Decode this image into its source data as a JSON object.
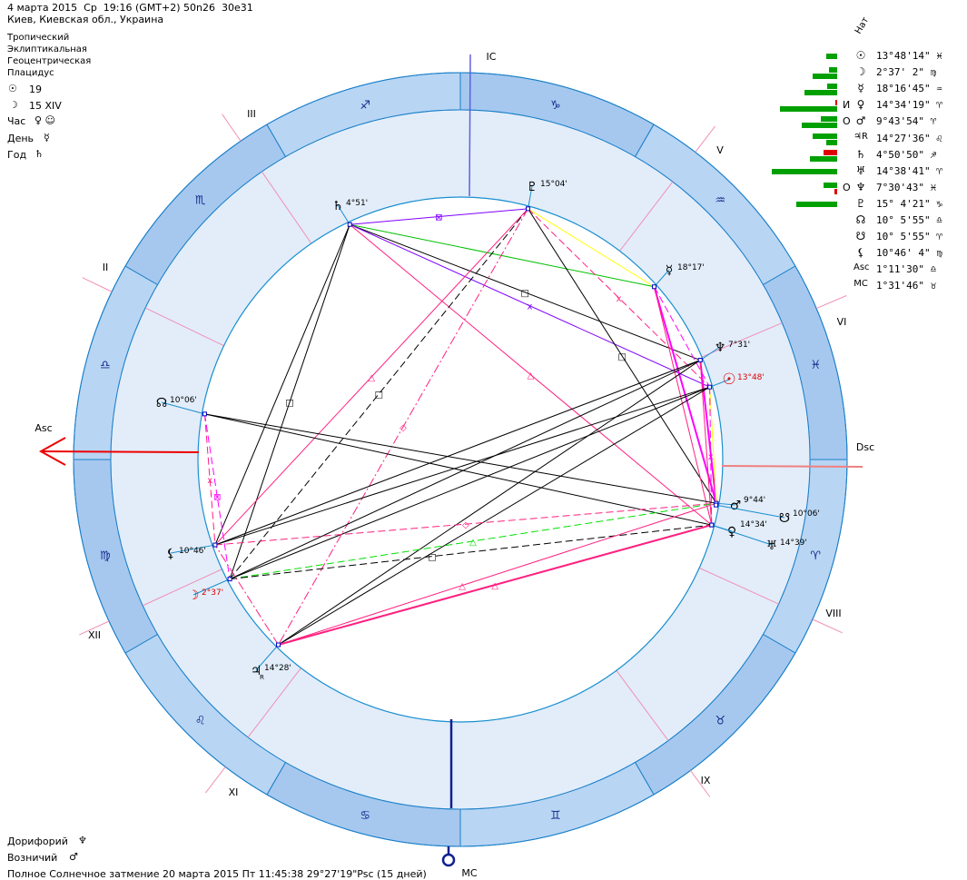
{
  "header": {
    "line1": "4 марта 2015  Ср  19:16 (GMT+2) 50n26  30e31",
    "line2": "Киев, Киевская обл., Украина"
  },
  "settings": [
    "Тропический",
    "Эклиптикальная",
    "Геоцентрическая",
    "Плацидус"
  ],
  "info": {
    "sun_glyph": "☉",
    "sun_day": "19",
    "moon_glyph": "☽",
    "moon_day": "15 XIV",
    "hour_label": "Час",
    "hour_rulers": "♀ ☺",
    "day_label": "День",
    "day_ruler": "☿",
    "year_label": "Год",
    "year_ruler": "♄"
  },
  "table": {
    "header": "Нат",
    "rows": [
      {
        "glyph": "☉",
        "pos": "13°48'14\" ♓",
        "mark": "",
        "bars": [
          {
            "color": "#00a000",
            "score": 12
          }
        ]
      },
      {
        "glyph": "☽",
        "pos": " 2°37' 2\" ♍",
        "mark": "",
        "bars": [
          {
            "color": "#00a000",
            "score": 9
          },
          {
            "color": "#00a000",
            "score": 27
          }
        ]
      },
      {
        "glyph": "☿",
        "pos": "18°16'45\" ♒",
        "mark": "",
        "bars": [
          {
            "color": "#00a000",
            "score": 11
          },
          {
            "color": "#00a000",
            "score": 36
          }
        ]
      },
      {
        "glyph": "♀",
        "pos": "14°34'19\" ♈",
        "mark": "И",
        "bars": [
          {
            "color": "#e00000",
            "score": 2
          },
          {
            "color": "#00a000",
            "score": 63
          }
        ]
      },
      {
        "glyph": "♂",
        "pos": " 9°43'54\" ♈",
        "mark": "О",
        "bars": [
          {
            "color": "#00a000",
            "score": 18
          },
          {
            "color": "#00a000",
            "score": 39
          }
        ]
      },
      {
        "glyph": "♃R",
        "pos": "14°27'36\" ♌",
        "mark": "",
        "bars": [
          {
            "color": "#00a000",
            "score": 27
          },
          {
            "color": "#00a000",
            "score": 12
          }
        ]
      },
      {
        "glyph": "♄",
        "pos": " 4°50'50\" ♐",
        "mark": "",
        "bars": [
          {
            "color": "#e00000",
            "score": 15
          },
          {
            "color": "#00a000",
            "score": 30
          }
        ]
      },
      {
        "glyph": "♅",
        "pos": "14°38'41\" ♈",
        "mark": "",
        "bars": [
          {
            "color": "#00a000",
            "score": 72
          }
        ]
      },
      {
        "glyph": "♆",
        "pos": " 7°30'43\" ♓",
        "mark": "О",
        "bars": [
          {
            "color": "#00a000",
            "score": 15
          },
          {
            "color": "#e00000",
            "score": 3
          }
        ]
      },
      {
        "glyph": "♇",
        "pos": "15° 4'21\" ♑",
        "mark": "",
        "bars": [
          {
            "color": "#00a000",
            "score": 45
          }
        ]
      },
      {
        "glyph": "☊",
        "pos": "10° 5'55\" ♎",
        "mark": "",
        "bars": []
      },
      {
        "glyph": "☋",
        "pos": "10° 5'55\" ♈",
        "mark": "",
        "bars": []
      },
      {
        "glyph": "⚸",
        "pos": "10°46' 4\" ♍",
        "mark": "",
        "bars": []
      },
      {
        "glyph": "Asc",
        "pos": " 1°11'30\" ♎",
        "mark": "",
        "bars": []
      },
      {
        "glyph": "MC",
        "pos": " 1°31'46\" ♉",
        "mark": "",
        "bars": []
      }
    ]
  },
  "footer": {
    "star1_label": "Дорифорий",
    "star1_glyph": "♆",
    "star2_label": "Возничий",
    "star2_glyph": "♂",
    "eclipse": "Полное Солнечное затмение 20 марта 2015 Пт 11:45:38 29°27'19\"Psc (15 дней)"
  },
  "chart": {
    "signs": [
      "♈",
      "♉",
      "♊",
      "♋",
      "♌",
      "♍",
      "♎",
      "♏",
      "♐",
      "♑",
      "♒",
      "♓"
    ],
    "axes": {
      "asc": "Asc",
      "dsc": "Dsc",
      "mc": "MC",
      "ic": "IC"
    },
    "houses": [
      "II",
      "III",
      "V",
      "VI",
      "VIII",
      "IX",
      "XI",
      "XII"
    ],
    "planets": [
      {
        "id": "sun",
        "glyph": "☉",
        "lon": 343.8,
        "deg": "13°48'",
        "color": "#e00000"
      },
      {
        "id": "moon",
        "glyph": "☽",
        "lon": 152.6,
        "deg": "2°37'",
        "color": "#e00000"
      },
      {
        "id": "mercury",
        "glyph": "☿",
        "lon": 318.3,
        "deg": "18°17'",
        "color": "#000000"
      },
      {
        "id": "venus",
        "glyph": "♀",
        "lon": 14.6,
        "deg": "14°34'",
        "color": "#000000"
      },
      {
        "id": "mars",
        "glyph": "♂",
        "lon": 9.7,
        "deg": "9°44'",
        "color": "#000000"
      },
      {
        "id": "jupiter",
        "glyph": "♃",
        "lon": 134.5,
        "deg": "14°28'",
        "retro": "R",
        "color": "#000000"
      },
      {
        "id": "saturn",
        "glyph": "♄",
        "lon": 244.8,
        "deg": "4°51'",
        "color": "#000000"
      },
      {
        "id": "uranus",
        "glyph": "♅",
        "lon": 14.6,
        "deg": "14°39'",
        "color": "#000000"
      },
      {
        "id": "neptune",
        "glyph": "♆",
        "lon": 337.5,
        "deg": "7°31'",
        "color": "#000000"
      },
      {
        "id": "pluto",
        "glyph": "♇",
        "lon": 285.1,
        "deg": "15°04'",
        "color": "#000000"
      },
      {
        "id": "node",
        "glyph": "☊",
        "lon": 190.1,
        "deg": "10°06'",
        "color": "#000000"
      },
      {
        "id": "snode",
        "glyph": "☋",
        "lon": 10.1,
        "deg": "10°06'",
        "color": "#000000"
      },
      {
        "id": "lilith",
        "glyph": "⚸",
        "lon": 160.8,
        "deg": "10°46'",
        "color": "#000000"
      }
    ],
    "aspects": [
      {
        "a": "saturn",
        "b": "pluto",
        "color": "#8000ff",
        "style": "solid",
        "mark": "⊠"
      },
      {
        "a": "saturn",
        "b": "mercury",
        "color": "#00c000",
        "style": "solid",
        "mark": ""
      },
      {
        "a": "saturn",
        "b": "neptune",
        "color": "#000000",
        "style": "solid",
        "mark": "□"
      },
      {
        "a": "saturn",
        "b": "sun",
        "color": "#8000ff",
        "style": "solid",
        "mark": "x"
      },
      {
        "a": "saturn",
        "b": "venus",
        "color": "#ff2080",
        "style": "solid",
        "mark": "△"
      },
      {
        "a": "saturn",
        "b": "moon",
        "color": "#000000",
        "style": "solid",
        "mark": "□"
      },
      {
        "a": "saturn",
        "b": "lilith",
        "color": "#000000",
        "style": "solid",
        "mark": ""
      },
      {
        "a": "pluto",
        "b": "mercury",
        "color": "#ffff00",
        "style": "solid",
        "mark": ""
      },
      {
        "a": "pluto",
        "b": "mars",
        "color": "#000000",
        "style": "solid",
        "mark": "□"
      },
      {
        "a": "pluto",
        "b": "moon",
        "color": "#000000",
        "style": "dashed",
        "mark": "□"
      },
      {
        "a": "pluto",
        "b": "lilith",
        "color": "#ff2080",
        "style": "solid",
        "mark": "△"
      },
      {
        "a": "pluto",
        "b": "jupiter",
        "color": "#ff2080",
        "style": "dashdot",
        "mark": "◇"
      },
      {
        "a": "pluto",
        "b": "sun",
        "color": "#ff2080",
        "style": "dashed",
        "mark": "x"
      },
      {
        "a": "mercury",
        "b": "mars",
        "color": "#ff00ff",
        "style": "thick",
        "mark": ""
      },
      {
        "a": "mercury",
        "b": "venus",
        "color": "#ff2080",
        "style": "solid",
        "mark": ""
      },
      {
        "a": "mercury",
        "b": "sun",
        "color": "#ff00ff",
        "style": "dashed",
        "mark": ""
      },
      {
        "a": "neptune",
        "b": "mars",
        "color": "#ff00ff",
        "style": "thick",
        "mark": ""
      },
      {
        "a": "neptune",
        "b": "venus",
        "color": "#ff2080",
        "style": "solid",
        "mark": ""
      },
      {
        "a": "sun",
        "b": "mars",
        "color": "#ffff00",
        "style": "solid",
        "mark": ""
      },
      {
        "a": "sun",
        "b": "venus",
        "color": "#ff00ff",
        "style": "dashed",
        "mark": "x"
      },
      {
        "a": "node",
        "b": "mars",
        "color": "#000000",
        "style": "solid",
        "mark": ""
      },
      {
        "a": "node",
        "b": "venus",
        "color": "#000000",
        "style": "solid",
        "mark": ""
      },
      {
        "a": "node",
        "b": "lilith",
        "color": "#ff2080",
        "style": "dashed",
        "mark": "x"
      },
      {
        "a": "node",
        "b": "moon",
        "color": "#ff00ff",
        "style": "dashed",
        "mark": "⊠"
      },
      {
        "a": "lilith",
        "b": "neptune",
        "color": "#000000",
        "style": "solid",
        "mark": ""
      },
      {
        "a": "lilith",
        "b": "sun",
        "color": "#000000",
        "style": "solid",
        "mark": ""
      },
      {
        "a": "moon",
        "b": "neptune",
        "color": "#000000",
        "style": "solid",
        "mark": ""
      },
      {
        "a": "moon",
        "b": "sun",
        "color": "#000000",
        "style": "solid",
        "mark": ""
      },
      {
        "a": "jupiter",
        "b": "neptune",
        "color": "#000000",
        "style": "solid",
        "mark": ""
      },
      {
        "a": "jupiter",
        "b": "sun",
        "color": "#000000",
        "style": "solid",
        "mark": ""
      },
      {
        "a": "lilith",
        "b": "mars",
        "color": "#ff2080",
        "style": "dashed",
        "mark": "◇"
      },
      {
        "a": "moon",
        "b": "mars",
        "color": "#00e000",
        "style": "dashed",
        "mark": "△"
      },
      {
        "a": "moon",
        "b": "venus",
        "color": "#000000",
        "style": "dashed",
        "mark": "□"
      },
      {
        "a": "jupiter",
        "b": "venus",
        "color": "#ff2080",
        "style": "thick",
        "mark": "△"
      },
      {
        "a": "jupiter",
        "b": "mars",
        "color": "#ff2080",
        "style": "solid",
        "mark": "△"
      },
      {
        "a": "jupiter",
        "b": "lilith",
        "color": "#ff2080",
        "style": "dashdot",
        "mark": ""
      }
    ]
  }
}
